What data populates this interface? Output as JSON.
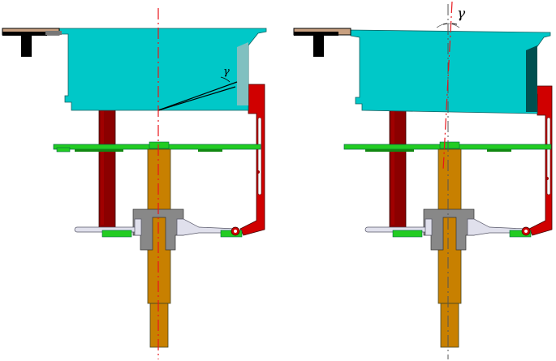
{
  "figure": {
    "panels": [
      {
        "id": "left",
        "description": "Aligned state: tray inclined, axis vertical",
        "angle_label": "γ",
        "axis_color": "#e8141a"
      },
      {
        "id": "right",
        "description": "Tilted state: axis inclined by angle",
        "angle_label": "γ",
        "axis_color": "#e8141a",
        "reference_axis_color": "#555555"
      }
    ],
    "colors": {
      "tray": "#00c8c8",
      "tray_side_light": "#80c0c0",
      "tray_side_dark": "#005050",
      "red_frame": "#c00000",
      "dark_red_post": "#8b0000",
      "green_plate": "#22cc22",
      "shaft": "#c88000",
      "bearing_gray": "#888888",
      "arm_light": "#e0e0ec",
      "handle_black": "#000000",
      "handle_tan": "#c8a080"
    }
  }
}
